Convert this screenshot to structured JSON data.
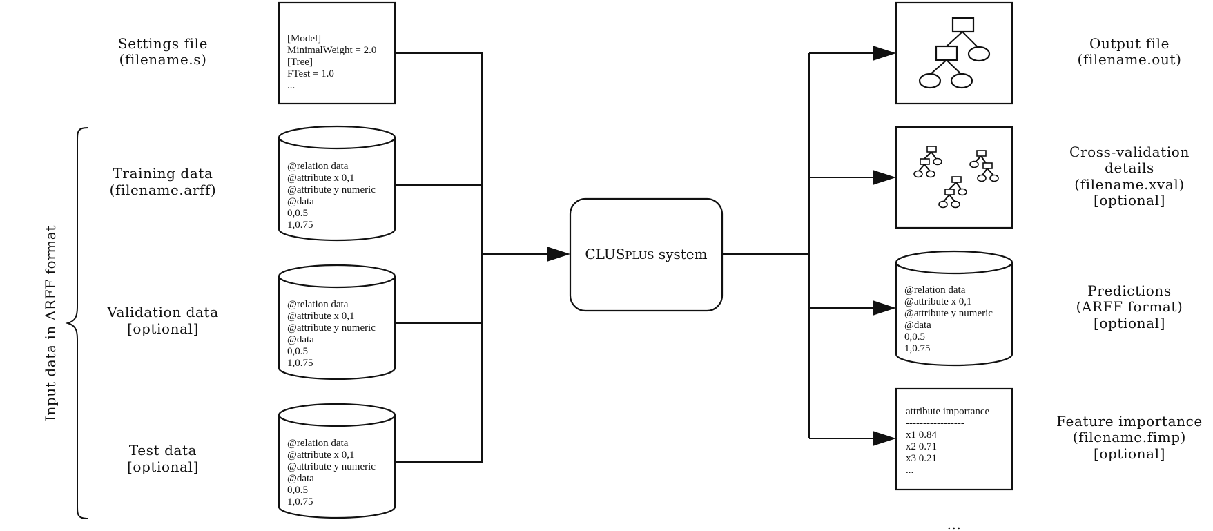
{
  "inputs": {
    "settings": {
      "label_line1": "Settings file",
      "label_line2": "(filename.s)",
      "content": [
        "[Model]",
        "MinimalWeight = 2.0",
        "[Tree]",
        "FTest = 1.0",
        "..."
      ]
    },
    "training": {
      "label_line1": "Training data",
      "label_line2": "(filename.arff)",
      "content": [
        "@relation data",
        "@attribute x 0,1",
        "@attribute y numeric",
        "@data",
        "0,0.5",
        "1,0.75"
      ]
    },
    "validation": {
      "label_line1": "Validation data",
      "label_line2": "[optional]",
      "content": [
        "@relation data",
        "@attribute x 0,1",
        "@attribute y numeric",
        "@data",
        "0,0.5",
        "1,0.75"
      ]
    },
    "test": {
      "label_line1": "Test data",
      "label_line2": "[optional]",
      "content": [
        "@relation data",
        "@attribute x 0,1",
        "@attribute y numeric",
        "@data",
        "0,0.5",
        "1,0.75"
      ]
    },
    "group_label": "Input data in ARFF format"
  },
  "system": {
    "name_main": "CLUS",
    "name_smallcaps": "PLUS",
    "name_suffix": " system"
  },
  "outputs": {
    "output_file": {
      "label_line1": "Output file",
      "label_line2": "(filename.out)",
      "icon": "tree-icon"
    },
    "cross_validation": {
      "label_line1": "Cross-validation",
      "label_line2": "details",
      "label_line3": "(filename.xval)",
      "label_line4": "[optional]",
      "icon": "tree-ensemble-icon"
    },
    "predictions": {
      "label_line1": "Predictions",
      "label_line2": "(ARFF format)",
      "label_line3": "[optional]",
      "content": [
        "@relation data",
        "@attribute x 0,1",
        "@attribute y numeric",
        "@data",
        "0,0.5",
        "1,0.75"
      ]
    },
    "feature_importance": {
      "label_line1": "Feature importance",
      "label_line2": "(filename.fimp)",
      "label_line3": "[optional]",
      "content": [
        "attribute importance",
        "-----------------",
        "x1 0.84",
        "x2 0.71",
        "x3 0.21",
        "..."
      ]
    },
    "more": "..."
  }
}
